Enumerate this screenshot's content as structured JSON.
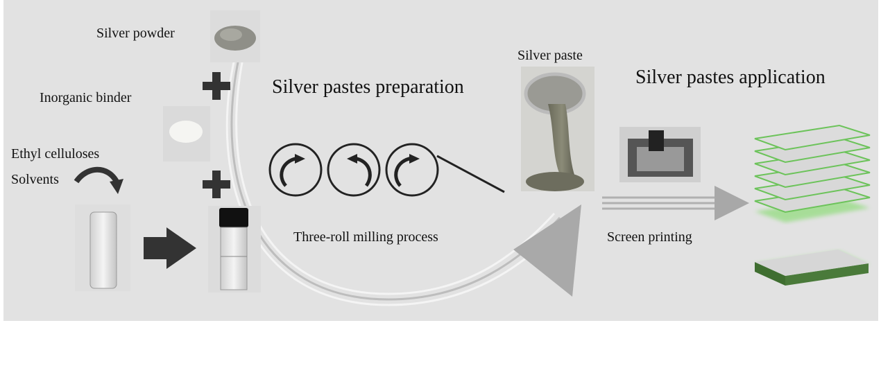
{
  "labels": {
    "silver_powder": "Silver powder",
    "inorganic_binder": "Inorganic binder",
    "ethyl_celluloses": "Ethyl celluloses",
    "solvents": "Solvents",
    "preparation_title": "Silver pastes preparation",
    "milling": "Three-roll milling process",
    "silver_paste": "Silver paste",
    "application_title": "Silver pastes application",
    "screen_printing": "Screen printing"
  },
  "colors": {
    "background": "#e2e2e2",
    "arrow_dark": "#333333",
    "arrow_gray": "#a8a8a8",
    "substrate_green": "#4a7a3a"
  }
}
